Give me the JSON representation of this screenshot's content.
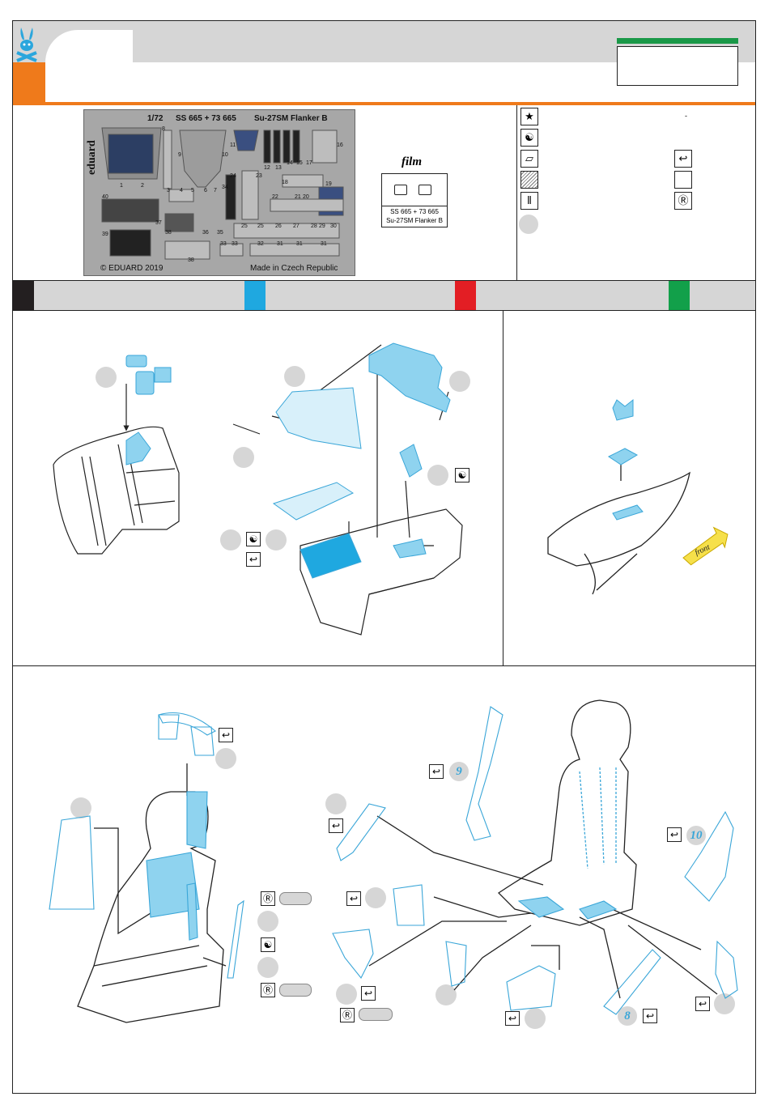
{
  "fret": {
    "scale": "1/72",
    "codes": "SS 665 + 73 665",
    "kit": "Su-27SM Flanker B",
    "brand": "eduard",
    "copyright": "© EDUARD 2019",
    "origin": "Made in Czech Republic",
    "part_numbers": [
      "1",
      "2",
      "3",
      "4",
      "5",
      "6",
      "7",
      "8",
      "9",
      "10",
      "11",
      "12",
      "13",
      "14",
      "15",
      "16",
      "17",
      "18",
      "19",
      "20",
      "21",
      "22",
      "23",
      "24",
      "25",
      "25",
      "26",
      "27",
      "28",
      "29",
      "30",
      "31",
      "31",
      "31",
      "32",
      "33",
      "33",
      "34",
      "35",
      "36",
      "37",
      "38",
      "38",
      "39",
      "40"
    ]
  },
  "film": {
    "label": "film",
    "codes": "SS 665 + 73 665",
    "kit": "Su-27SM Flanker B"
  },
  "legend": {
    "dash": "-"
  },
  "callouts": {
    "step8": "8",
    "step9": "9",
    "step10": "10",
    "front": "front"
  },
  "icons": [
    "star-icon",
    "yin-yang-icon",
    "glass-icon",
    "hatched-icon",
    "drill-icon",
    "fold-icon",
    "reverse-icon"
  ],
  "colors": {
    "black": "#231f20",
    "blue": "#1fa8e0",
    "red": "#e31e24",
    "green": "#12a04a",
    "orange": "#ef7a1b",
    "part_blue": "#8fd3ef",
    "logo_blue": "#2aa6dd"
  }
}
